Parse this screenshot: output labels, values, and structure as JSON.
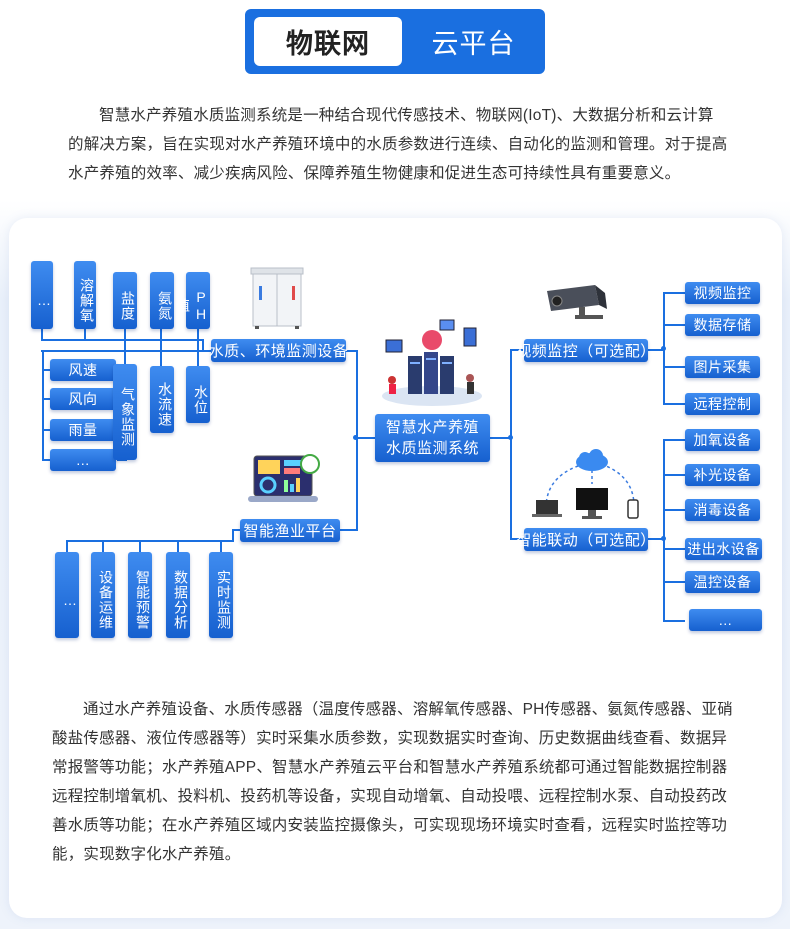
{
  "header": {
    "left_label": "物联网",
    "right_label": "云平台"
  },
  "intro_text": "智慧水产养殖水质监测系统是一种结合现代传感技术、物联网(IoT)、大数据分析和云计算的解决方案，旨在实现对水产养殖环境中的水质参数进行连续、自动化的监测和管理。对于提高水产养殖的效率、减少疾病风险、保障养殖生物健康和促进生态可持续性具有重要意义。",
  "bottom_text": "通过水产养殖设备、水质传感器（温度传感器、溶解氧传感器、PH传感器、氨氮传感器、亚硝酸盐传感器、液位传感器等）实时采集水质参数，实现数据实时查询、历史数据曲线查看、数据异常报警等功能；水产养殖APP、智慧水产养殖云平台和智慧水产养殖系统都可通过智能数据控制器远程控制增氧机、投料机、投药机等设备，实现自动增氧、自动投喂、远程控制水泵、自动投药改善水质等功能；在水产养殖区域内安装监控摄像头，可实现现场环境实时查看，远程实时监控等功能，实现数字化水产养殖。",
  "diagram": {
    "center": {
      "line1": "智慧水产养殖",
      "line2": "水质监测系统"
    },
    "water_monitor": {
      "title": "水质、环境监测设备",
      "top_sensors": [
        "…",
        "溶解氧",
        "盐度",
        "氨氮",
        "PH值"
      ],
      "weather": {
        "label": "气象监测",
        "items": [
          "风速",
          "风向",
          "雨量",
          "…"
        ]
      },
      "flow": "水流速",
      "level": "水位"
    },
    "fishery_platform": {
      "title": "智能渔业平台",
      "items": [
        "…",
        "设备运维",
        "智能预警",
        "数据分析",
        "实时监测"
      ]
    },
    "video": {
      "title": "视频监控（可选配）",
      "items": [
        "视频监控",
        "数据存储",
        "图片采集",
        "远程控制"
      ]
    },
    "linkage": {
      "title": "智能联动（可选配）",
      "items": [
        "加氧设备",
        "补光设备",
        "消毒设备",
        "进出水设备",
        "温控设备",
        "…"
      ]
    }
  },
  "colors": {
    "accent": "#1a6fe0",
    "box_top": "#3f8cf0",
    "box_bottom": "#1660cf"
  }
}
